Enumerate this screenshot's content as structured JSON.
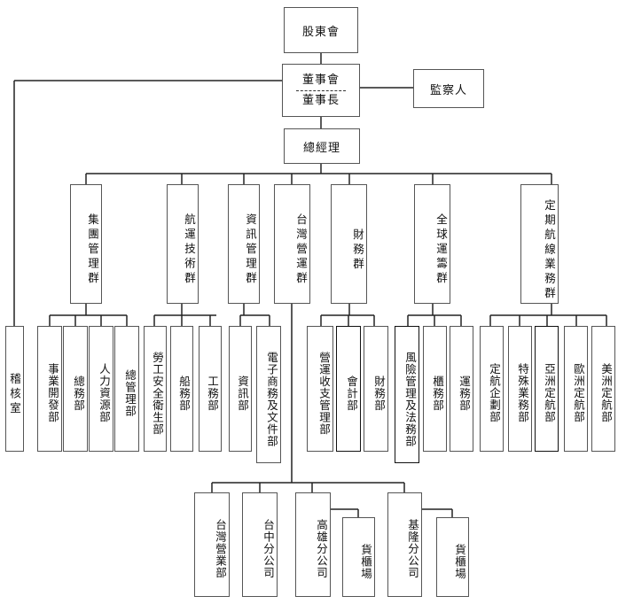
{
  "top": {
    "shareholders": "股東會",
    "board": "董事會",
    "chairman": "董事長",
    "supervisor": "監察人",
    "gm": "總經理",
    "audit": "稽核室"
  },
  "groups": {
    "g1": "集團管理群",
    "g2": "航運技術群",
    "g3": "資訊管理群",
    "g4": "台灣營運群",
    "g5": "財務群",
    "g6": "全球運籌群",
    "g7": "定期航線業務群"
  },
  "depts": {
    "d1": "事業開發部",
    "d2": "總務部",
    "d3": "人力資源部",
    "d4": "總管理部",
    "d5": "勞工安全衛生部",
    "d6": "船務部",
    "d7": "工務部",
    "d8": "資訊部",
    "d9": "電子商務及文件部",
    "d10": "營運收支管理部",
    "d11": "會計部",
    "d12": "財務部",
    "d13": "風險管理及法務部",
    "d14": "櫃務部",
    "d15": "運務部",
    "d16": "定航企劃部",
    "d17": "特殊業務部",
    "d18": "亞洲定航部",
    "d19": "歐洲定航部",
    "d20": "美洲定航部"
  },
  "branches": {
    "b1": "台灣營業部",
    "b2": "台中分公司",
    "b3": "高雄分公司",
    "b4": "貨櫃場",
    "b5": "基隆分公司",
    "b6": "貨櫃場"
  }
}
